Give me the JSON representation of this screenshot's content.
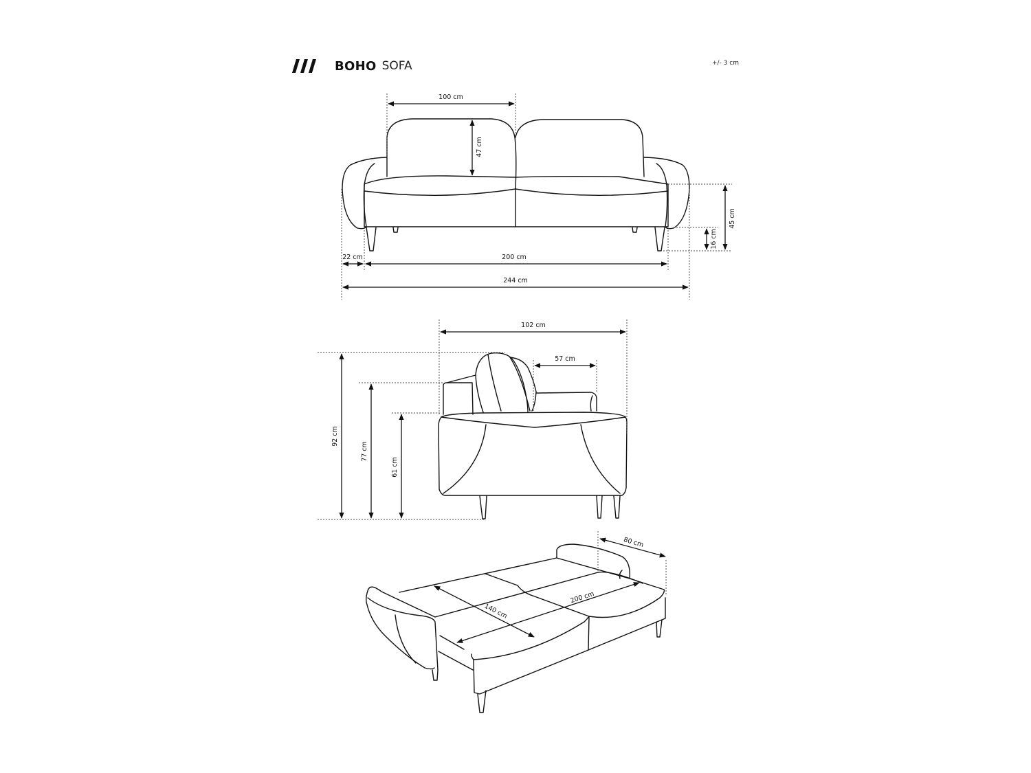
{
  "header": {
    "title_bold": "BOHO",
    "title_light": "SOFA",
    "tolerance": "+/- 3 cm",
    "logo_icon": "triple-slash-logo-icon"
  },
  "front_view": {
    "backrest_width": "100 cm",
    "backrest_height": "47 cm",
    "armrest_width": "22 cm",
    "seat_width": "200 cm",
    "total_width": "244 cm",
    "seat_height": "45 cm",
    "leg_height": "16 cm"
  },
  "side_view": {
    "total_depth": "102 cm",
    "seat_depth": "57 cm",
    "total_height": "92 cm",
    "armrest_height": "77 cm",
    "seat_top_height": "61 cm"
  },
  "bed_view": {
    "bed_width": "140 cm",
    "bed_length": "200 cm",
    "armrest_depth": "80 cm"
  },
  "colors": {
    "line": "#111111",
    "background": "#ffffff"
  }
}
